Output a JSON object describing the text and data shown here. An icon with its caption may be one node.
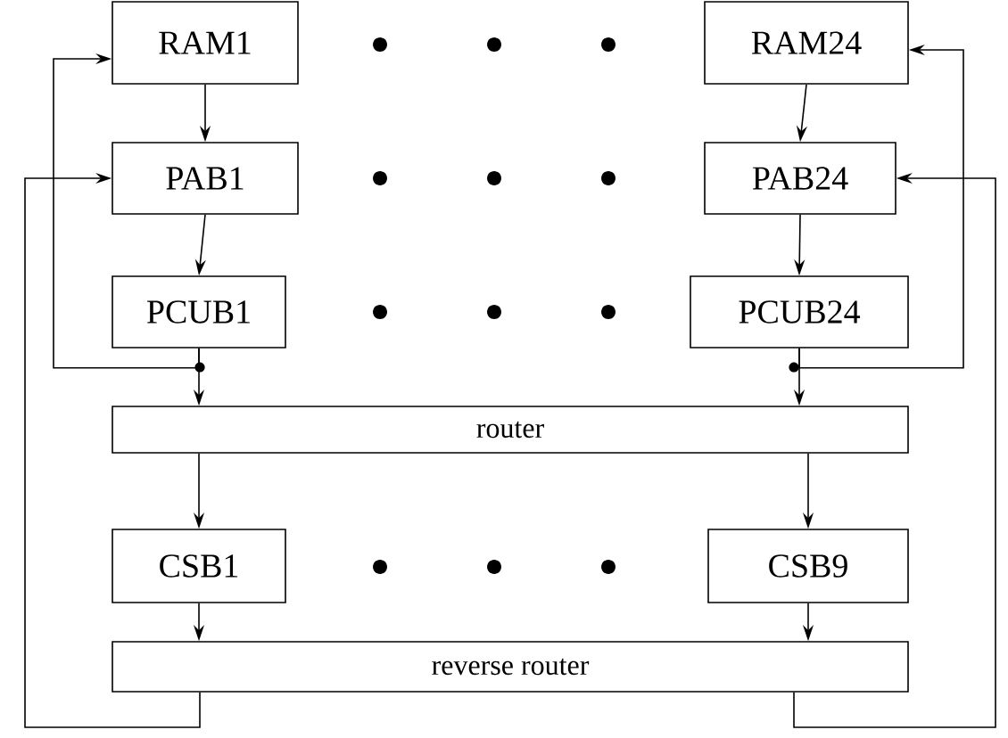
{
  "diagram": {
    "nodes": [
      {
        "text": [
          "RAM1"
        ]
      },
      {
        "text": [
          "RAM24"
        ]
      },
      {
        "text": [
          "PAB1"
        ]
      },
      {
        "text": [
          "PAB24"
        ]
      },
      {
        "text": [
          "PCUB1"
        ]
      },
      {
        "text": [
          "PCUB24"
        ]
      },
      {
        "text": [
          "router"
        ]
      },
      {
        "text": [
          "CSB1"
        ]
      },
      {
        "text": [
          "CSB9"
        ]
      },
      {
        "text": [
          "reverse router"
        ]
      }
    ],
    "edges": [
      {
        "from": 0,
        "to": 2,
        "arrow": "to"
      },
      {
        "from": 2,
        "to": 4,
        "arrow": "to"
      },
      {
        "from": 4,
        "to": 6,
        "arrow": "to"
      },
      {
        "from": 4,
        "to": 0,
        "arrow": "to"
      },
      {
        "from": 1,
        "to": 3,
        "arrow": "to"
      },
      {
        "from": 3,
        "to": 5,
        "arrow": "to"
      },
      {
        "from": 5,
        "to": 6,
        "arrow": "to"
      },
      {
        "from": 5,
        "to": 1,
        "arrow": "to"
      },
      {
        "from": 6,
        "to": 7,
        "arrow": "to"
      },
      {
        "from": 6,
        "to": 8,
        "arrow": "to"
      },
      {
        "from": 7,
        "to": 9,
        "arrow": "to"
      },
      {
        "from": 8,
        "to": 9,
        "arrow": "to"
      },
      {
        "from": 9,
        "to": 2,
        "arrow": "to"
      },
      {
        "from": 9,
        "to": 3,
        "arrow": "to"
      }
    ]
  }
}
